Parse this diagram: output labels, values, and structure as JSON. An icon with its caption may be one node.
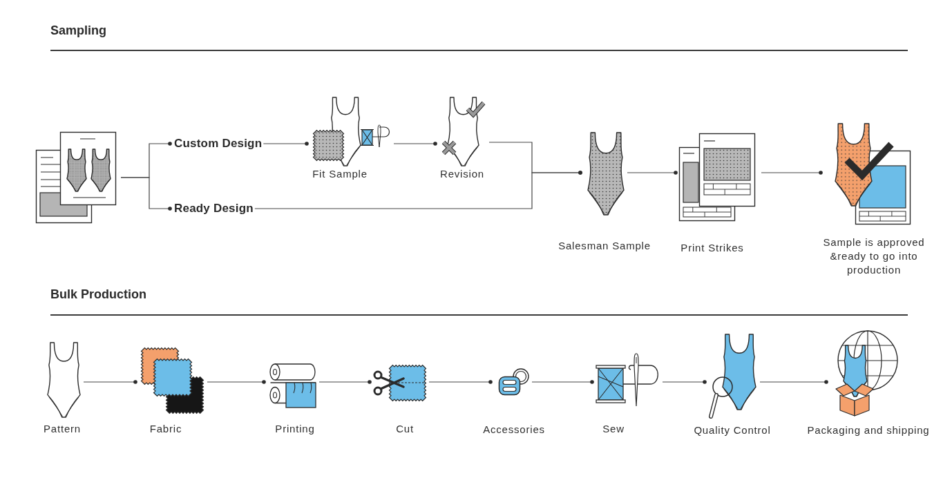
{
  "diagram": {
    "nodes": [
      {
        "text": [],
        "shape": "picture"
      },
      {
        "text": [
          "Custom Design"
        ]
      },
      {
        "text": [
          "Ready Design"
        ]
      },
      {
        "text": [],
        "shape": "picture",
        "beside": [
          "Fit Sample"
        ]
      },
      {
        "text": [],
        "shape": "picture",
        "beside": [
          "Revision"
        ]
      },
      {
        "text": [],
        "shape": "picture",
        "beside": [
          "Salesman Sample"
        ]
      },
      {
        "text": [],
        "shape": "picture",
        "beside": [
          "Print Strikes"
        ]
      },
      {
        "text": [],
        "shape": "picture",
        "beside": [
          "Sample is approved &ready to go into production"
        ]
      },
      {
        "text": [],
        "shape": "picture",
        "beside": [
          "Pattern"
        ]
      },
      {
        "text": [],
        "shape": "picture",
        "beside": [
          "Fabric"
        ]
      },
      {
        "text": [],
        "shape": "picture",
        "beside": [
          "Printing"
        ]
      },
      {
        "text": [],
        "shape": "picture",
        "beside": [
          "Cut"
        ]
      },
      {
        "text": [],
        "shape": "picture",
        "beside": [
          "Accessories"
        ]
      },
      {
        "text": [],
        "shape": "picture",
        "beside": [
          "Sew"
        ]
      },
      {
        "text": [],
        "shape": "picture",
        "beside": [
          "Quality Control"
        ]
      },
      {
        "text": [],
        "shape": "picture",
        "beside": [
          "Packaging and shipping"
        ]
      }
    ],
    "edges": [
      {
        "from": 0,
        "to": 1,
        "arrow": "other"
      },
      {
        "from": 0,
        "to": 2,
        "arrow": "other"
      },
      {
        "from": 1,
        "to": 3,
        "arrow": "other"
      },
      {
        "from": 3,
        "to": 4,
        "arrow": "other"
      },
      {
        "from": 4,
        "to": 5,
        "arrow": "other"
      },
      {
        "from": 2,
        "to": 5,
        "arrow": "other"
      },
      {
        "from": 5,
        "to": 6,
        "arrow": "other"
      },
      {
        "from": 6,
        "to": 7,
        "arrow": "other"
      },
      {
        "from": 8,
        "to": 9,
        "arrow": "other"
      },
      {
        "from": 9,
        "to": 10,
        "arrow": "other"
      },
      {
        "from": 10,
        "to": 11,
        "arrow": "other"
      },
      {
        "from": 11,
        "to": 12,
        "arrow": "other"
      },
      {
        "from": 12,
        "to": 13,
        "arrow": "other"
      },
      {
        "from": 13,
        "to": 14,
        "arrow": "other"
      },
      {
        "from": 14,
        "to": 15,
        "arrow": "other"
      }
    ],
    "labels": [
      "Sampling",
      "Bulk Production"
    ]
  }
}
